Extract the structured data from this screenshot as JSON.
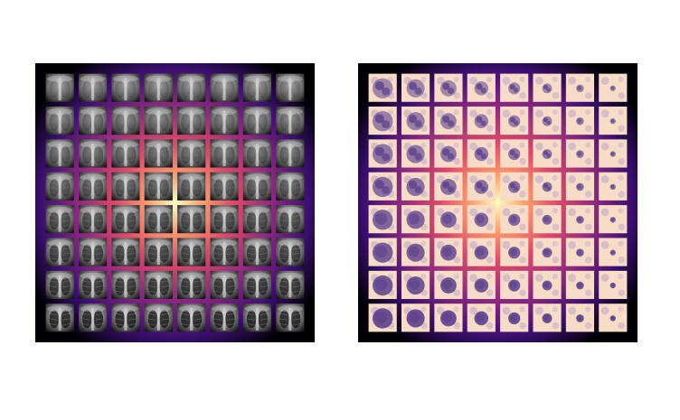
{
  "figure": {
    "panels": [
      {
        "id": "xray",
        "content": "chest-xray-thumbnail-grid",
        "grid": {
          "rows": 8,
          "cols": 8
        },
        "heatmap": {
          "colormap": "magma",
          "peak": {
            "row": 4,
            "col": 4
          },
          "colors": [
            "#000004",
            "#3b0f70",
            "#8c2981",
            "#de4968",
            "#fe9f6d",
            "#fcfdbf"
          ]
        },
        "thumbnail_tones": {
          "dark": "#161616",
          "mid": "#7a7a7a",
          "light": "#d2d2d2"
        }
      },
      {
        "id": "cells",
        "content": "blood-cell-microscopy-thumbnail-grid",
        "grid": {
          "rows": 8,
          "cols": 8
        },
        "heatmap": {
          "colormap": "magma",
          "peak": {
            "row": 4,
            "col": 4
          },
          "colors": [
            "#000004",
            "#3b0f70",
            "#8c2981",
            "#de4968",
            "#fe9f6d",
            "#fcfdbf"
          ]
        },
        "thumbnail_tones": {
          "background": "#f7dcc8",
          "cell": "#5b3f8c",
          "cell_light": "#9a86c0"
        }
      }
    ]
  }
}
